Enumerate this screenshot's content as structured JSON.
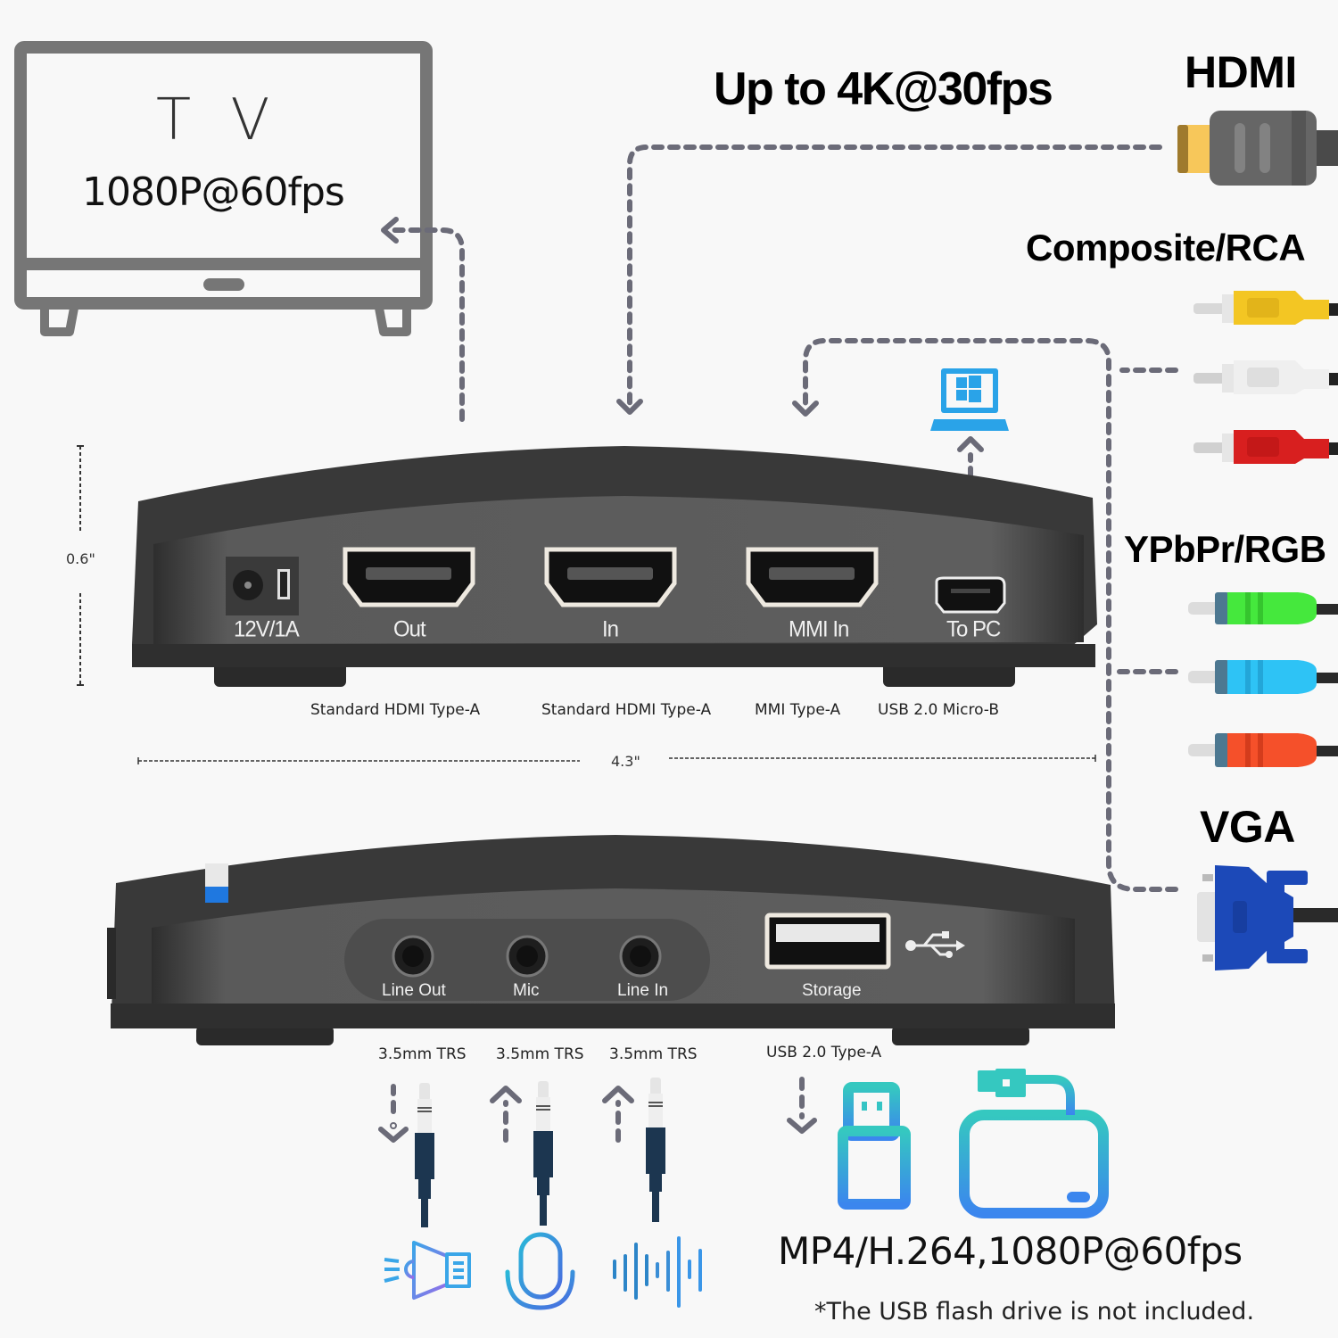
{
  "tv": {
    "title": "T V",
    "resolution": "1080P@60fps"
  },
  "headline": "Up to 4K@30fps",
  "sources": {
    "hdmi": {
      "label": "HDMI",
      "icon": "hdmi-cable-icon"
    },
    "composite": {
      "label": "Composite/RCA",
      "icon": "rca-cable-icon",
      "plug_colors": [
        "#f5c623",
        "#e8e8e8",
        "#d81f1f"
      ]
    },
    "ypbpr": {
      "label": "YPbPr/RGB",
      "icon": "component-cable-icon",
      "plug_colors": [
        "#3fe03a",
        "#2ec3f5",
        "#f5502a"
      ]
    },
    "vga": {
      "label": "VGA",
      "icon": "vga-cable-icon",
      "color": "#1c49b8"
    }
  },
  "pc": {
    "icon": "windows-laptop-icon",
    "color": "#2aa3e8"
  },
  "device_front": {
    "height_dim": "0.6\"",
    "width_dim": "4.3\"",
    "ports": [
      {
        "label": "12V/1A",
        "spec": ""
      },
      {
        "label": "Out",
        "spec": "Standard HDMI Type-A"
      },
      {
        "label": "In",
        "spec": "Standard HDMI Type-A"
      },
      {
        "label": "MMI In",
        "spec": "MMI Type-A"
      },
      {
        "label": "To PC",
        "spec": "USB 2.0 Micro-B"
      }
    ]
  },
  "device_back": {
    "ports": [
      {
        "label": "Line Out",
        "spec": "3.5mm TRS",
        "icon": "speaker-icon",
        "direction": "out"
      },
      {
        "label": "Mic",
        "spec": "3.5mm TRS",
        "icon": "microphone-icon",
        "direction": "in"
      },
      {
        "label": "Line In",
        "spec": "3.5mm TRS",
        "icon": "sound-wave-icon",
        "direction": "in"
      },
      {
        "label": "Storage",
        "spec": "USB 2.0 Type-A",
        "icon": "usb-drive-icon",
        "direction": "out"
      }
    ]
  },
  "recording": {
    "format": "MP4/H.264,1080P@60fps",
    "note": "*The USB flash drive is not included."
  },
  "colors": {
    "background": "#f8f8f8",
    "tv_frame": "#767676",
    "dash": "#6b6b78",
    "device": "#3a3a3a",
    "device_face": "#5b5b5b",
    "icon_blue": "#3a96e8",
    "icon_teal": "#35c4c4"
  }
}
